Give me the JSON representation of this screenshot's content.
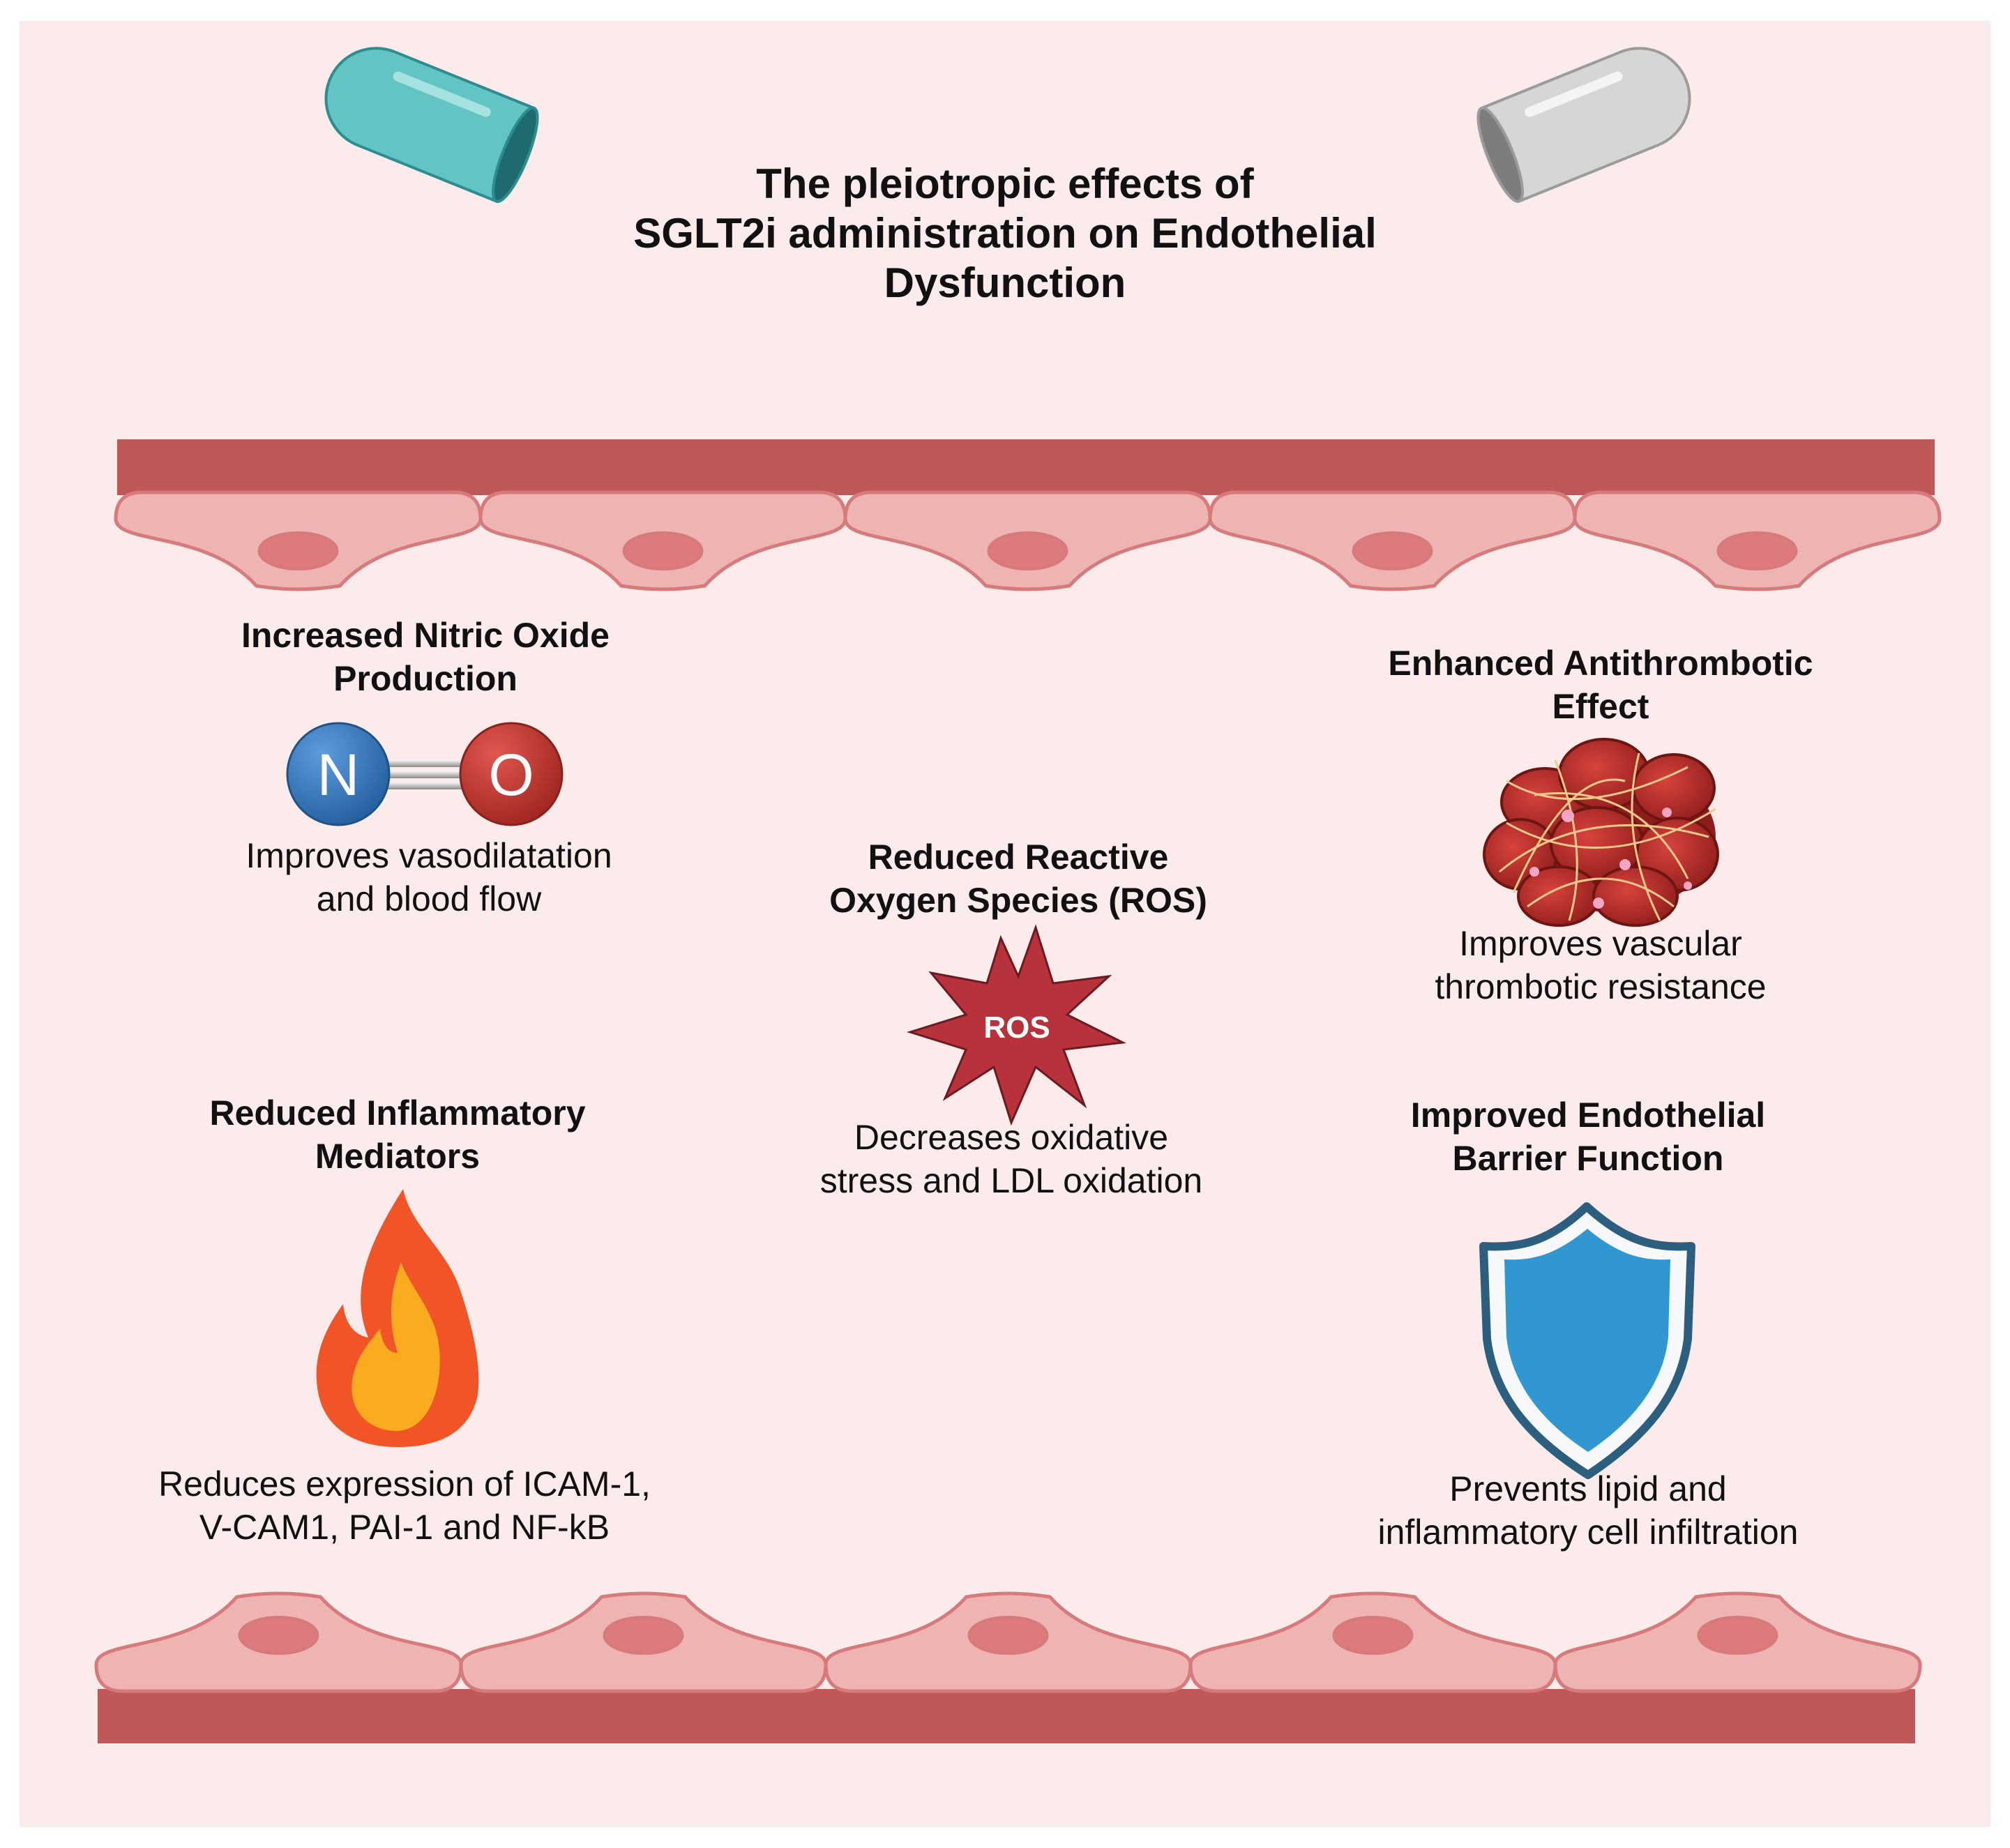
{
  "title": {
    "lines": [
      "The pleiotropic effects of",
      "SGLT2i administration on Endothelial",
      "Dysfunction"
    ]
  },
  "effects": {
    "nitric_oxide": {
      "heading": [
        "Increased Nitric Oxide",
        "Production"
      ],
      "description": [
        "Improves vasodilatation",
        "and blood flow"
      ],
      "atom_n": "N",
      "atom_o": "O"
    },
    "antithrombotic": {
      "heading": [
        "Enhanced Antithrombotic",
        "Effect"
      ],
      "description": [
        "Improves vascular",
        "thrombotic resistance"
      ]
    },
    "ros": {
      "heading": [
        "Reduced Reactive",
        "Oxygen Species (ROS)"
      ],
      "description": [
        "Decreases oxidative",
        "stress and LDL oxidation"
      ],
      "badge": "ROS"
    },
    "inflammatory": {
      "heading": [
        "Reduced Inflammatory",
        "Mediators"
      ],
      "description": [
        "Reduces expression of ICAM-1,",
        "V-CAM1, PAI-1 and NF-kB"
      ]
    },
    "barrier": {
      "heading": [
        "Improved Endothelial",
        "Barrier Function"
      ],
      "description": [
        "Prevents lipid and",
        "inflammatory cell infiltration"
      ]
    }
  },
  "icons": [
    "capsule-teal-icon",
    "capsule-white-icon",
    "no-molecule-icon",
    "blood-clot-icon",
    "ros-burst-icon",
    "flame-icon",
    "shield-icon",
    "endothelial-cell-icon"
  ],
  "colors": {
    "background": "#fcebeb",
    "vessel_wall": "#c0585a",
    "cell_fill": "#eeb4b4",
    "cell_outline": "#d77a7c",
    "nucleus": "#dc7a7d",
    "nitrogen": "#2f78c4",
    "oxygen": "#c4332c",
    "ros": "#b8323c",
    "flame_outer": "#f05427",
    "flame_inner": "#fbab1f",
    "shield": "#3197d1",
    "shield_outline": "#2c5f7f",
    "capsule_teal": "#63c4c4",
    "capsule_white": "#d6d6d6"
  }
}
